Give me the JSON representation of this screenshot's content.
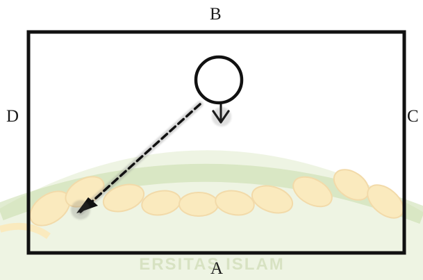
{
  "labels": {
    "a": "A",
    "b": "B",
    "c": "C",
    "d": "D"
  },
  "watermark": {
    "text": "ERSITAS ISLAM",
    "color": "#6b8e23"
  },
  "colors": {
    "court_line": "#111111",
    "watermark_fill": "#b7d08a",
    "watermark_rope": "#f4d27a",
    "watermark_rope_edge": "#e5b75a"
  },
  "icons": {
    "player": "circle-icon",
    "short_move": "arrow-down-icon",
    "long_move": "dashed-arrow-icon"
  }
}
